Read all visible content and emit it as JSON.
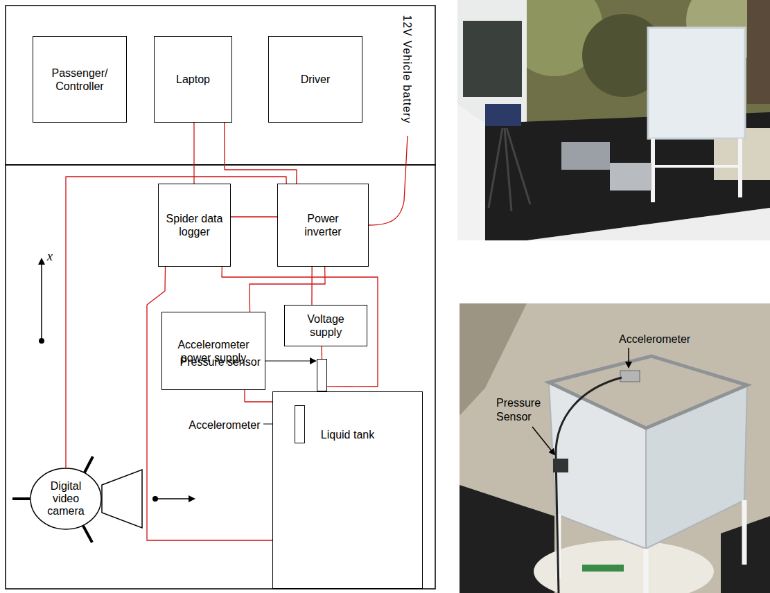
{
  "diagram": {
    "nodes": [
      {
        "text": [
          "Passenger/ Controller"
        ]
      },
      {
        "text": [
          "Laptop"
        ]
      },
      {
        "text": [
          "Driver"
        ]
      },
      {
        "text": [
          "Spider data logger"
        ]
      },
      {
        "text": [
          "Power inverter"
        ]
      },
      {
        "text": [
          "Accelerometer power supply"
        ]
      },
      {
        "text": [
          "Voltage supply"
        ]
      },
      {
        "text": [
          "Pressure sensor"
        ]
      },
      {
        "text": [
          "Liquid tank"
        ]
      },
      {
        "text": [
          "Accelerometer"
        ],
        "in": 8
      },
      {
        "text": [
          "Digital video camera"
        ]
      }
    ],
    "edges": [
      {
        "from": 1,
        "to": 3,
        "arrow": "none"
      },
      {
        "from": 1,
        "to": 4,
        "arrow": "none"
      },
      {
        "from": 3,
        "to": 4,
        "arrow": "none"
      },
      {
        "from": 4,
        "to": 10,
        "arrow": "none"
      },
      {
        "from": 4,
        "to": 5,
        "arrow": "none"
      },
      {
        "from": 4,
        "to": 6,
        "arrow": "none"
      },
      {
        "from": 6,
        "to": 7,
        "arrow": "none"
      },
      {
        "from": 7,
        "to": 3,
        "arrow": "none"
      },
      {
        "from": 5,
        "to": 9,
        "arrow": "none"
      },
      {
        "from": 3,
        "to": 9,
        "arrow": "none"
      }
    ],
    "labels": [
      "12V Vehicle battery",
      "x",
      "Accelerometer",
      "Pressure Sensor"
    ]
  }
}
